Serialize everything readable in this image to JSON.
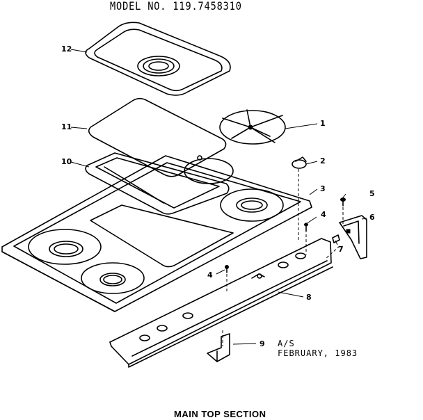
{
  "header": {
    "model_number": "MODEL NO. 119.7458310"
  },
  "callouts": [
    "12",
    "11",
    "10",
    "1",
    "2",
    "3",
    "5",
    "4",
    "6",
    "7",
    "4",
    "8",
    "9"
  ],
  "note": {
    "line1": "A/S",
    "line2": "FEBRUARY, 1983"
  },
  "caption": "MAIN TOP SECTION"
}
